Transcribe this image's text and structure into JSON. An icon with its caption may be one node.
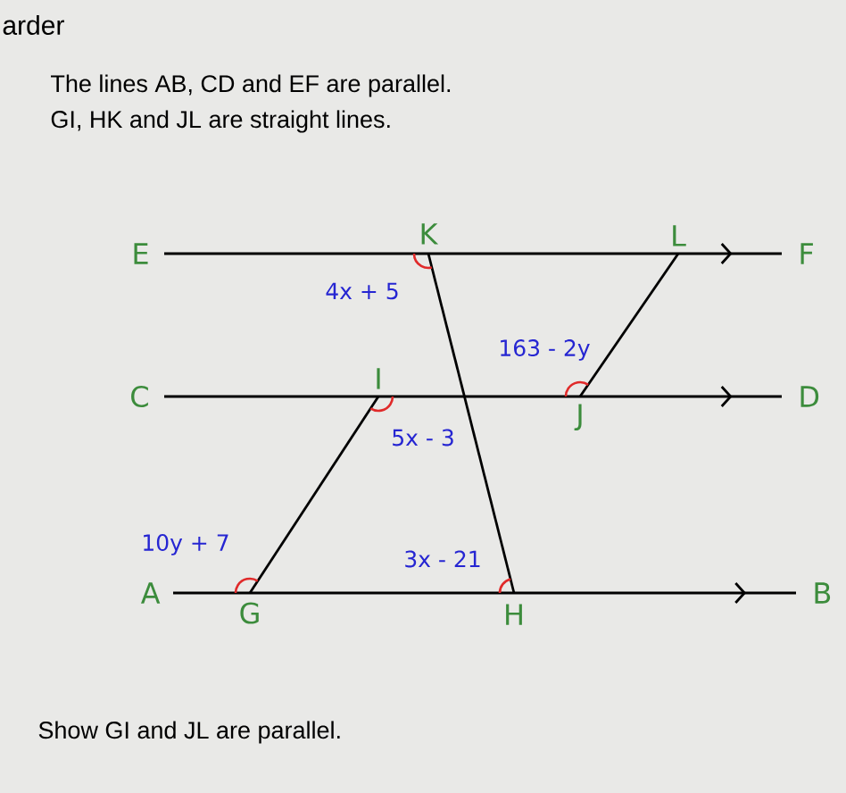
{
  "diagram": {
    "nodes": [
      {
        "text": [
          "E"
        ]
      },
      {
        "text": [
          "K"
        ]
      },
      {
        "text": [
          "L"
        ]
      },
      {
        "text": [
          "F"
        ]
      },
      {
        "text": [
          "C"
        ]
      },
      {
        "text": [
          "I"
        ]
      },
      {
        "text": [
          "J"
        ]
      },
      {
        "text": [
          "D"
        ]
      },
      {
        "text": [
          "A"
        ]
      },
      {
        "text": [
          "G"
        ]
      },
      {
        "text": [
          "H"
        ]
      },
      {
        "text": [
          "B"
        ]
      }
    ],
    "edges": [
      {
        "from": 0,
        "to": 3,
        "arrow": "to"
      },
      {
        "from": 4,
        "to": 7,
        "arrow": "to"
      },
      {
        "from": 8,
        "to": 11,
        "arrow": "to"
      },
      {
        "from": 1,
        "to": 10,
        "arrow": "none"
      },
      {
        "from": 2,
        "to": 6,
        "arrow": "none"
      },
      {
        "from": 5,
        "to": 9,
        "arrow": "none"
      }
    ],
    "labels": [
      "arder",
      "The lines AB, CD and EF are parallel.",
      "GI, HK and JL are straight lines.",
      "4x + 5",
      "163 - 2y",
      "5x - 3",
      "10y + 7",
      "3x - 21",
      "Show GI and JL are parallel."
    ]
  }
}
